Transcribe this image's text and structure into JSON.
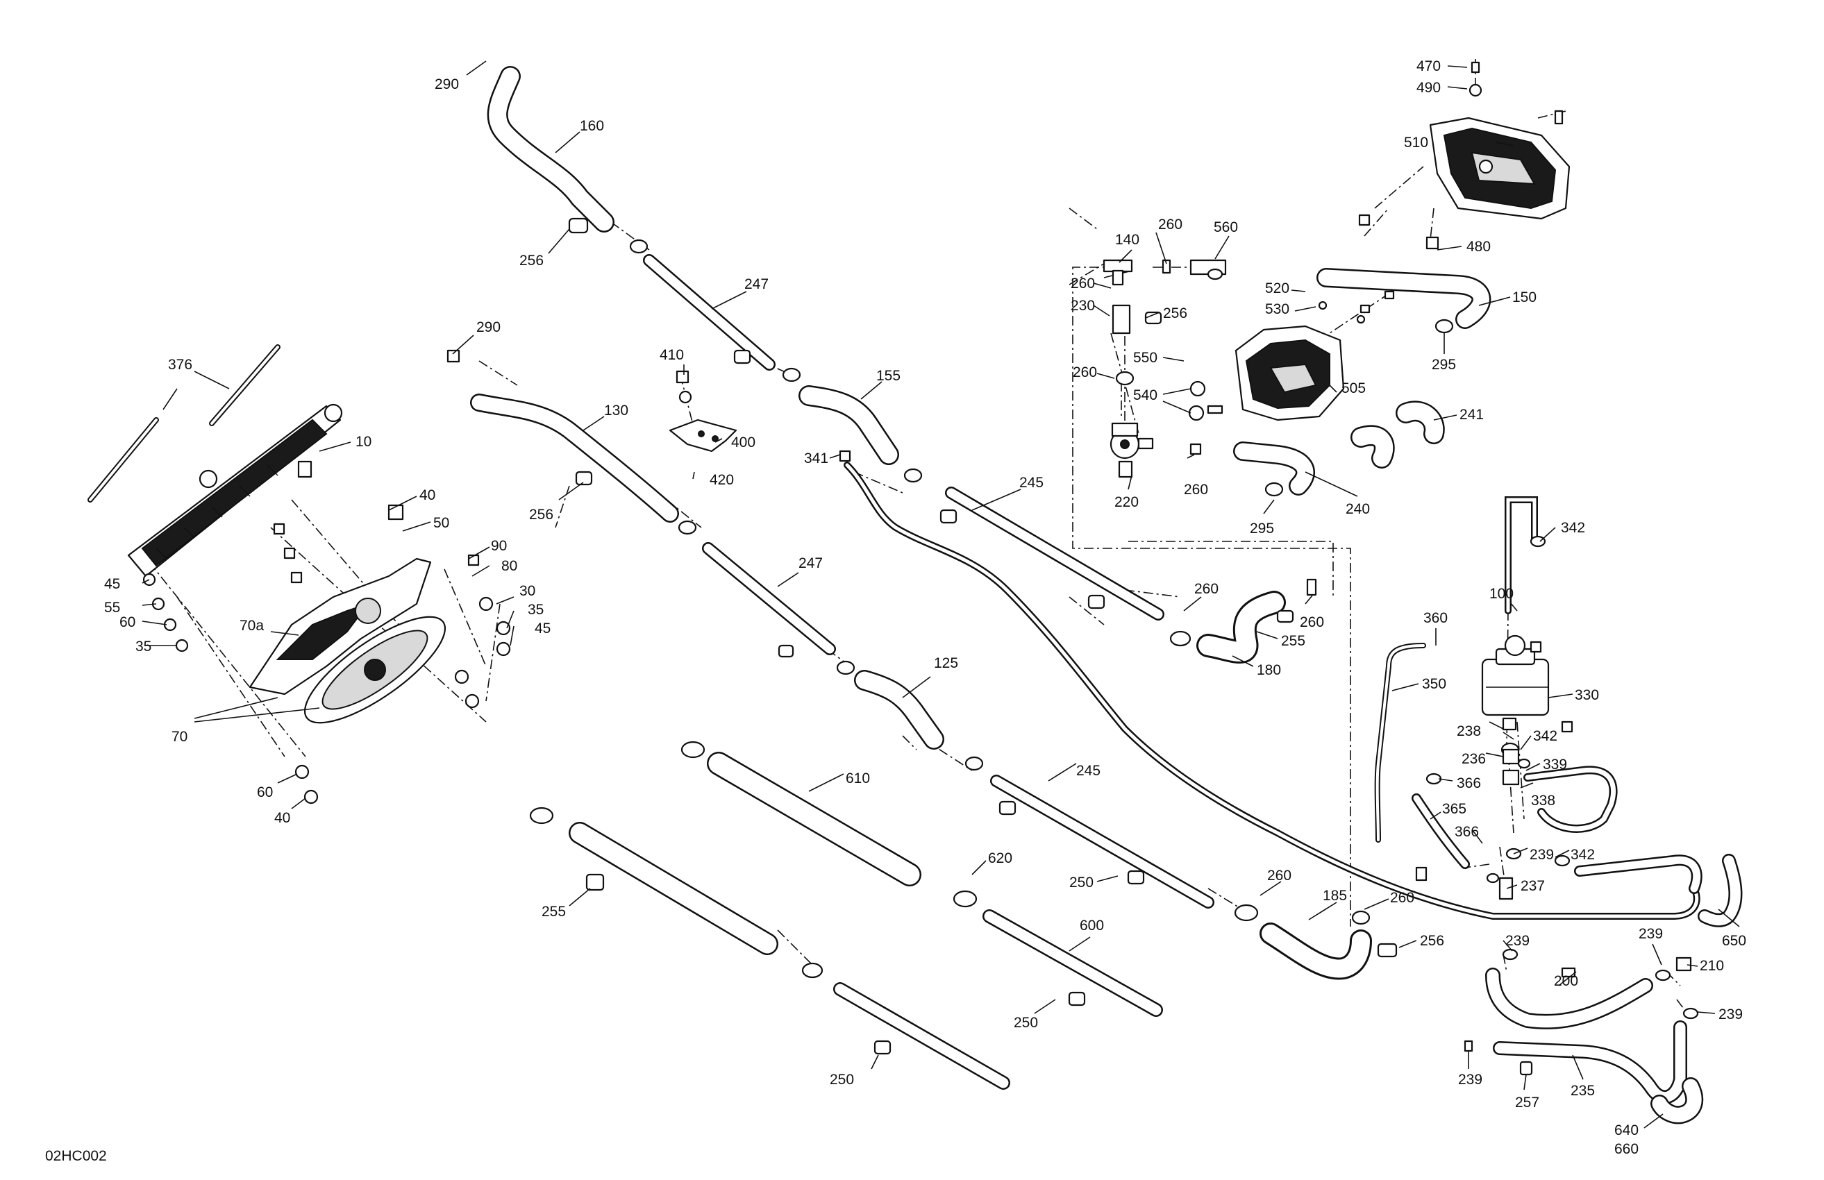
{
  "diagram": {
    "reference_code": "02HC002",
    "callouts": {
      "c470": "470",
      "c490": "490",
      "c510": "510",
      "c480": "480",
      "c290a": "290",
      "c160": "160",
      "c256a": "256",
      "c247a": "247",
      "c140": "140",
      "c260a": "260",
      "c560": "560",
      "c520": "520",
      "c530": "530",
      "c150": "150",
      "c260b": "260",
      "c230": "230",
      "c256b": "256",
      "c295a": "295",
      "c260c": "260",
      "c550": "550",
      "c540": "540",
      "c505": "505",
      "c241": "241",
      "c290b": "290",
      "c376": "376",
      "c410": "410",
      "c400": "400",
      "c420": "420",
      "c155": "155",
      "c130": "130",
      "c10": "10",
      "c341": "341",
      "c220": "220",
      "c260d": "260",
      "c240": "240",
      "c295b": "295",
      "c245a": "245",
      "c256c": "256",
      "c40a": "40",
      "c342a": "342",
      "c50": "50",
      "c90": "90",
      "c80": "80",
      "c45a": "45",
      "c55": "55",
      "c60a": "60",
      "c35a": "35",
      "c30": "30",
      "c35b": "35",
      "c45b": "45",
      "c70a": "70a",
      "c247b": "247",
      "c260e": "260",
      "c260f": "260",
      "c100": "100",
      "c255a": "255",
      "c360": "360",
      "c180": "180",
      "c350": "350",
      "c330": "330",
      "c125": "125",
      "c70": "70",
      "c238": "238",
      "c342b": "342",
      "c236": "236",
      "c339": "339",
      "c366a": "366",
      "c338": "338",
      "c610": "610",
      "c245b": "245",
      "c365": "365",
      "c60b": "60",
      "c40b": "40",
      "c366b": "366",
      "c239a": "239",
      "c342c": "342",
      "c620": "620",
      "c250a": "250",
      "c237": "237",
      "c260g": "260",
      "c185": "185",
      "c260h": "260",
      "c255b": "255",
      "c600": "600",
      "c256d": "256",
      "c239b": "239",
      "c239c": "239",
      "c650": "650",
      "c210": "210",
      "c200": "200",
      "c250b": "250",
      "c239d": "239",
      "c250c": "250",
      "c239e": "239",
      "c235": "235",
      "c257": "257",
      "c640": "640",
      "c660": "660"
    }
  }
}
